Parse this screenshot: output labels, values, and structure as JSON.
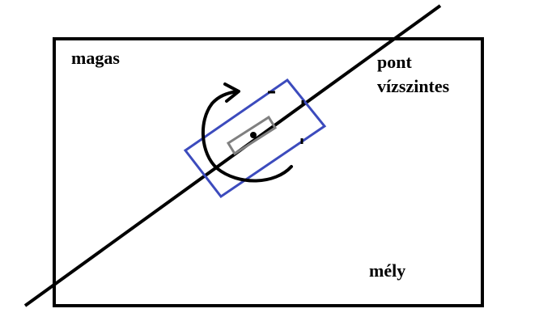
{
  "labels": {
    "top_left": "magas",
    "top_right_line1": "pont",
    "top_right_line2": "vízszintes",
    "bottom_right": "mély"
  },
  "colors": {
    "frame": "#000000",
    "diagonal_line": "#000000",
    "outer_rectangle": "#3c4bbd",
    "inner_rectangle": "#808080",
    "center_dot": "#000000",
    "rotation_arrow": "#000000",
    "text": "#000000"
  },
  "icons": {
    "rotation": "curved-rotation-arrow"
  }
}
